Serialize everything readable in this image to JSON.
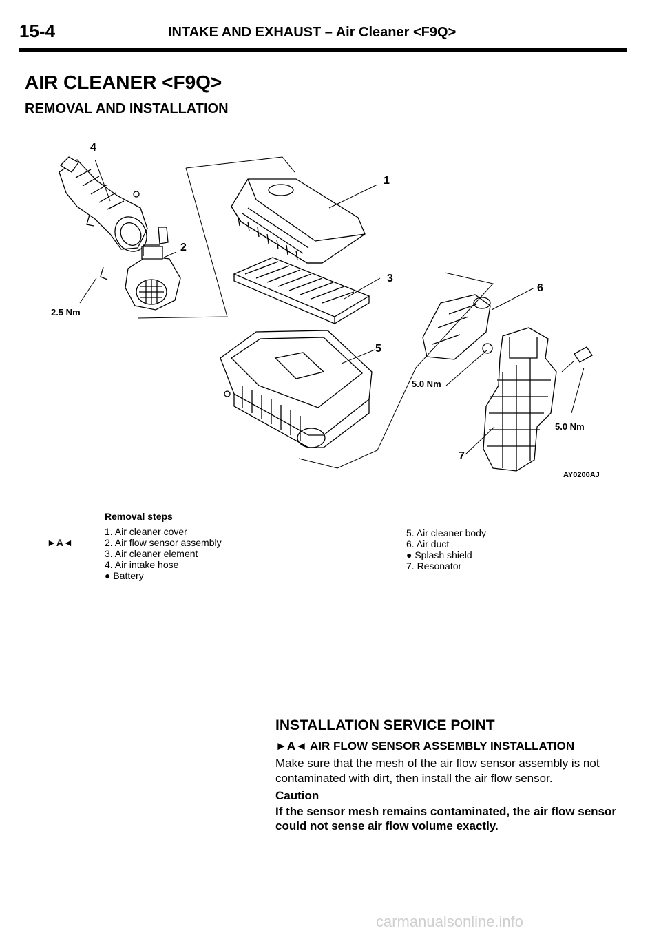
{
  "header": {
    "page_number": "15-4",
    "section_title": "INTAKE AND EXHAUST – Air Cleaner <F9Q>"
  },
  "title": "AIR CLEANER <F9Q>",
  "subtitle": "REMOVAL AND INSTALLATION",
  "figure": {
    "callouts": [
      "1",
      "2",
      "3",
      "4",
      "5",
      "6",
      "7"
    ],
    "torques": [
      "2.5 Nm",
      "5.0 Nm",
      "5.0 Nm"
    ],
    "figure_code": "AY0200AJ"
  },
  "removal_steps": {
    "title": "Removal steps",
    "marker": "►A◄",
    "left_column": [
      "1. Air cleaner cover",
      "2. Air flow sensor assembly",
      "3. Air cleaner element",
      "4. Air intake hose",
      "● Battery"
    ],
    "right_column": [
      "5. Air cleaner body",
      "6. Air duct",
      "● Splash shield",
      "7. Resonator"
    ]
  },
  "service_point": {
    "title": "INSTALLATION SERVICE POINT",
    "subtitle": "►A◄ AIR FLOW SENSOR ASSEMBLY INSTALLATION",
    "body": "Make sure that the mesh of the air flow sensor assembly is not contaminated with dirt, then install the air flow sensor.",
    "caution_heading": "Caution",
    "caution_text": "If the sensor mesh remains contaminated, the air flow sensor could not sense air flow volume exactly."
  },
  "watermark": "carmanualsonline.info"
}
